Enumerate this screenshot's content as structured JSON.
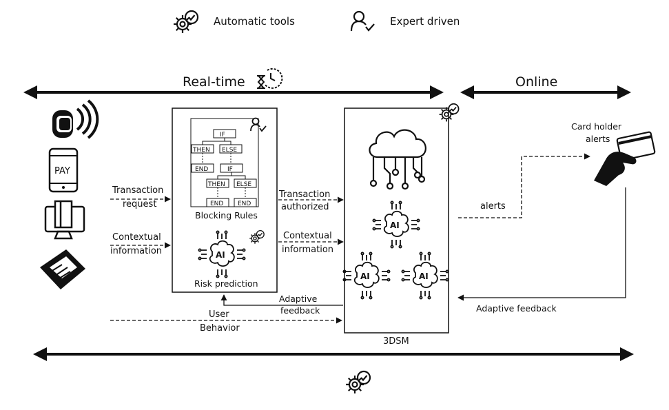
{
  "legend": {
    "automatic": {
      "icon": "gear-check-icon",
      "label": "Automatic tools"
    },
    "expert": {
      "icon": "person-check-icon",
      "label": "Expert driven"
    }
  },
  "timeline": {
    "realtime": {
      "label": "Real-time",
      "icon": "hourglass-clock-icon"
    },
    "online": {
      "label": "Online"
    }
  },
  "devices": [
    "smartwatch-icon",
    "phone-pay-icon",
    "pos-terminal-icon",
    "card-reader-icon"
  ],
  "phone_text": "PAY",
  "inputs": {
    "transaction_request": [
      "Transaction",
      "request"
    ],
    "contextual_info": [
      "Contextual",
      "information"
    ],
    "user_behavior": [
      "User",
      "Behavior"
    ]
  },
  "blocking_rules": {
    "caption": "Blocking Rules",
    "nodes": {
      "if": "IF",
      "then": "THEN",
      "else": "ELSE",
      "end": "END"
    }
  },
  "risk": {
    "caption": "Risk prediction",
    "ai": "AI"
  },
  "middle": {
    "transaction_authorized": [
      "Transaction",
      "authorized"
    ],
    "contextual_info": [
      "Contextual",
      "information"
    ],
    "adaptive_feedback": [
      "Adaptive",
      "feedback"
    ]
  },
  "system": {
    "label": "3DSM",
    "ai": "AI"
  },
  "right": {
    "card_holder": [
      "Card holder",
      "alerts"
    ],
    "alerts": "alerts",
    "adaptive_feedback": "Adaptive feedback"
  }
}
